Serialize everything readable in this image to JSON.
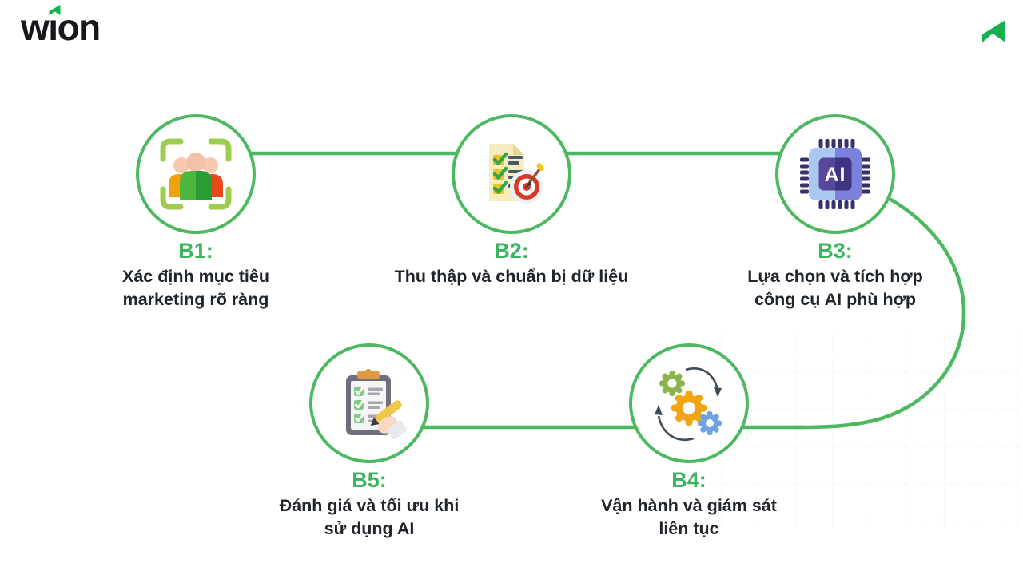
{
  "logo": {
    "text": "wion",
    "pre": "w",
    "dotless_i": "ı",
    "post": "on"
  },
  "colors": {
    "connector_green": "#4cb860",
    "step_title_green": "#3bb45e",
    "logo_mark_green": "#15b14d",
    "body_text": "#20242b",
    "grid_line": "#cfe9d6"
  },
  "icons": {
    "logo_mark": "arrow-up-right-mark",
    "header_corner": "arrow-up-right-mark",
    "ai_chip_label": "AI"
  },
  "steps": [
    {
      "id": "B1",
      "label": "B1:",
      "icon": "audience-target-icon",
      "title_lines": [
        "Xác định mục tiêu",
        "marketing rõ ràng"
      ]
    },
    {
      "id": "B2",
      "label": "B2:",
      "icon": "checklist-target-icon",
      "title_lines": [
        "Thu thập và chuẩn bị dữ liệu"
      ]
    },
    {
      "id": "B3",
      "label": "B3:",
      "icon": "ai-chip-icon",
      "title_lines": [
        "Lựa chọn và tích hợp",
        "công cụ AI phù hợp"
      ]
    },
    {
      "id": "B4",
      "label": "B4:",
      "icon": "gears-sync-icon",
      "title_lines": [
        "Vận hành và giám sát",
        "liên tục"
      ]
    },
    {
      "id": "B5",
      "label": "B5:",
      "icon": "clipboard-review-icon",
      "title_lines": [
        "Đánh giá và tối ưu khi",
        "sử dụng AI"
      ]
    }
  ]
}
